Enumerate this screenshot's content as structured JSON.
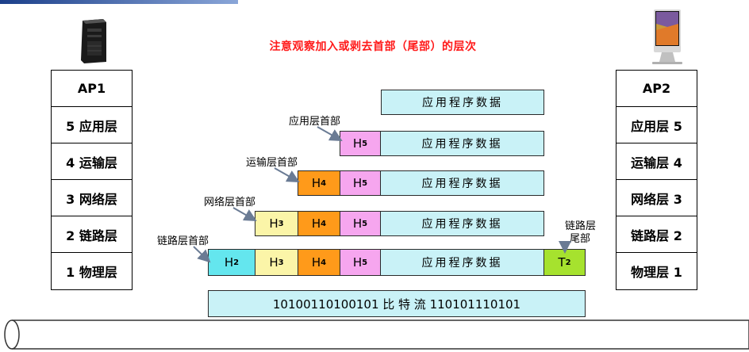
{
  "title": "注意观察加入或剥去首部（尾部）的层次",
  "left_stack": [
    "AP1",
    "5 应用层",
    "4 运输层",
    "3 网络层",
    "2 链路层",
    "1 物理层"
  ],
  "right_stack": [
    "AP2",
    "应用层 5",
    "运输层 4",
    "网络层 3",
    "链路层 2",
    "物理层 1"
  ],
  "app_data": "应用程序数据",
  "headers": {
    "h5": "H",
    "h4": "H",
    "h3": "H",
    "h2": "H",
    "t2": "T"
  },
  "subscripts": {
    "h5": "5",
    "h4": "4",
    "h3": "3",
    "h2": "2",
    "t2": "2"
  },
  "labels": {
    "app_header": "应用层首部",
    "transport_header": "运输层首部",
    "network_header": "网络层首部",
    "link_header": "链路层首部",
    "link_trailer_line1": "链路层",
    "link_trailer_line2": "尾部"
  },
  "bitstream": "10100110100101  比 特 流  110101110101",
  "colors": {
    "title": "#ff1a1a",
    "data": "#c9f2f7",
    "h5": "#f6a6ef",
    "h4": "#ff9a1a",
    "h3": "#fbf5a8",
    "h2": "#64e6ee",
    "t2": "#a6e22e"
  },
  "icons": {
    "left": "server-tower-icon",
    "right": "imac-computer-icon"
  }
}
